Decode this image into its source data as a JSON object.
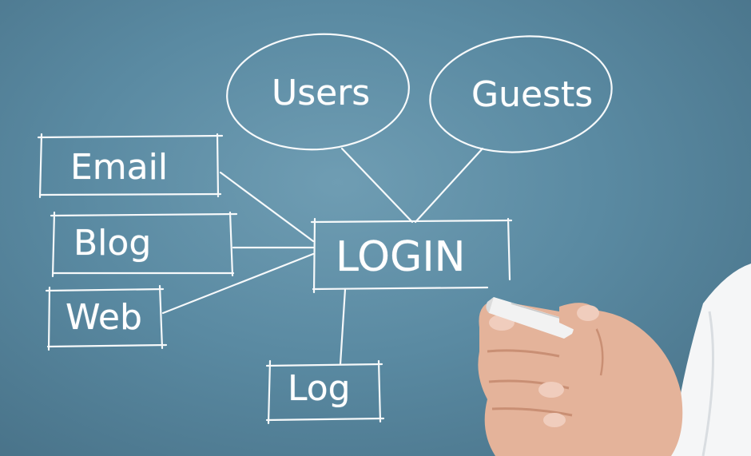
{
  "diagram": {
    "center": "LOGIN",
    "top_nodes": [
      "Users",
      "Guests"
    ],
    "left_nodes": [
      "Email",
      "Blog",
      "Web"
    ],
    "bottom_node": "Log"
  },
  "colors": {
    "background": "#5a8aa2",
    "chalk": "#ffffff",
    "skin": "#e4b39a",
    "marker": "#f2f2f2",
    "sleeve": "#f5f6f7"
  },
  "icons": {
    "hand": "hand-holding-marker"
  }
}
